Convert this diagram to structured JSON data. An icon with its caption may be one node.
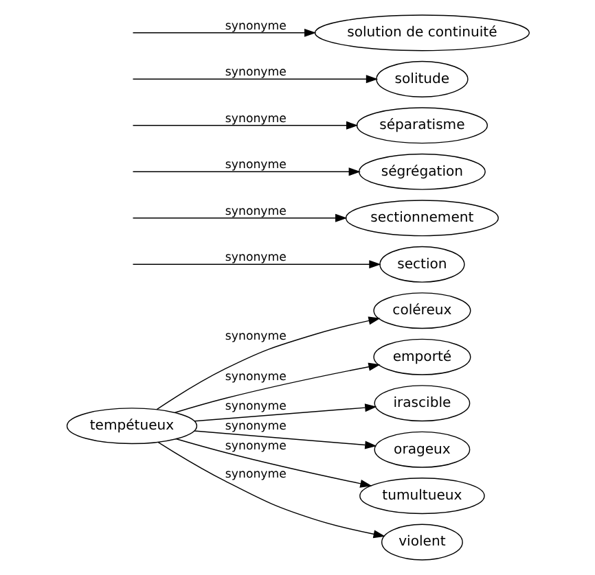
{
  "diagram": {
    "nodes": [
      {
        "text": [
          "tempétueux"
        ]
      },
      {
        "text": [
          "coléreux"
        ]
      },
      {
        "text": [
          "section"
        ]
      },
      {
        "text": [
          "emporté"
        ]
      },
      {
        "text": [
          "sectionnement"
        ]
      },
      {
        "text": [
          "irascible"
        ]
      },
      {
        "text": [
          "ségrégation"
        ]
      },
      {
        "text": [
          "orageux"
        ]
      },
      {
        "text": [
          "séparatisme"
        ]
      },
      {
        "text": [
          "tumultueux"
        ]
      },
      {
        "text": [
          "solitude"
        ]
      },
      {
        "text": [
          "violent"
        ]
      },
      {
        "text": [
          "solution de continuité"
        ]
      }
    ],
    "edges": [
      {
        "from": null,
        "to": 2,
        "arrow": "to",
        "label": "synonyme"
      },
      {
        "from": 0,
        "to": 1,
        "arrow": "to",
        "label": "synonyme"
      },
      {
        "from": null,
        "to": 4,
        "arrow": "to",
        "label": "synonyme"
      },
      {
        "from": 0,
        "to": 3,
        "arrow": "to",
        "label": "synonyme"
      },
      {
        "from": null,
        "to": 6,
        "arrow": "to",
        "label": "synonyme"
      },
      {
        "from": 0,
        "to": 5,
        "arrow": "to",
        "label": "synonyme"
      },
      {
        "from": 0,
        "to": 7,
        "arrow": "to",
        "label": "synonyme"
      },
      {
        "from": null,
        "to": 8,
        "arrow": "to",
        "label": "synonyme"
      },
      {
        "from": 0,
        "to": 9,
        "arrow": "to",
        "label": "synonyme"
      },
      {
        "from": null,
        "to": 10,
        "arrow": "to",
        "label": "synonyme"
      },
      {
        "from": 0,
        "to": 11,
        "arrow": "to",
        "label": "synonyme"
      },
      {
        "from": null,
        "to": 12,
        "arrow": "to",
        "label": "synonyme"
      }
    ]
  }
}
